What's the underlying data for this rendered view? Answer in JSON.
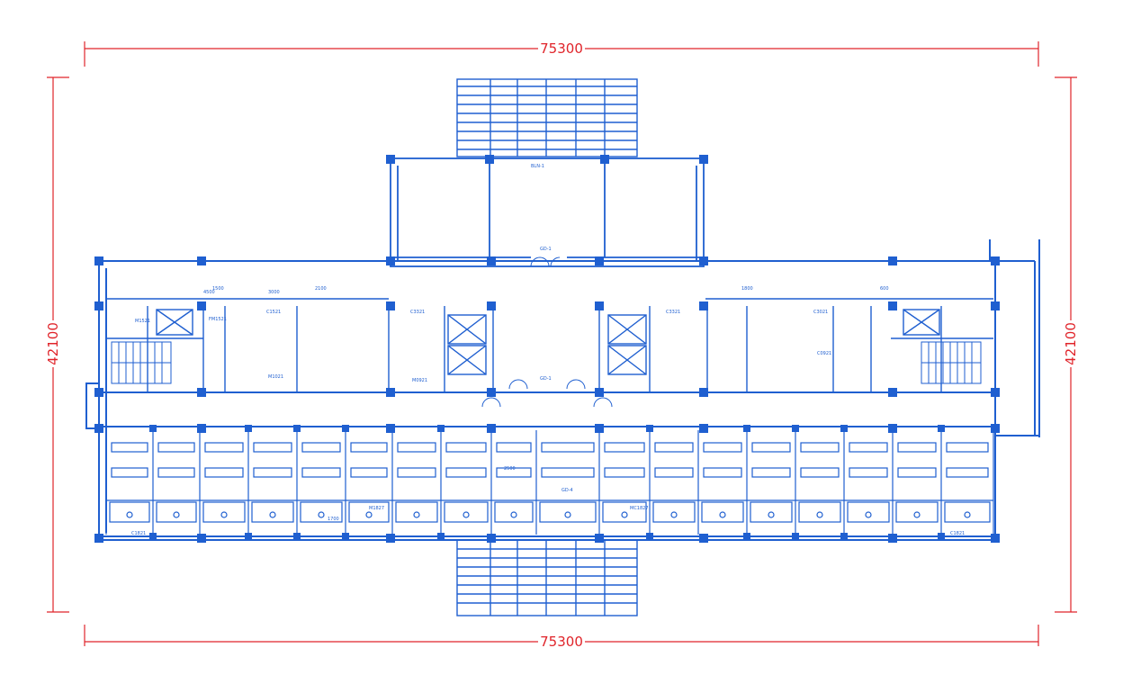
{
  "dimensions": {
    "top": "75300",
    "bottom": "75300",
    "left": "42100",
    "right": "42100"
  },
  "colors": {
    "dimension": "#e0242a",
    "plan": "#1f5fd0",
    "column": "#1f5fd0",
    "background": "#ffffff"
  },
  "labels": {
    "canopy_top": "BLN-1",
    "gd1_top": "GD-1",
    "gd1_mid": "GD-1",
    "gd4": "GD-4",
    "door_m1521": "M1521",
    "door_m0921": "M0921",
    "door_m1021": "M1021",
    "door_m1827": "M1827",
    "door_mc1827": "MC1827",
    "door_fm1521": "FM1521",
    "win_c1521": "C1521",
    "win_c3321": "C3321",
    "win_c3021": "C3021",
    "win_c1821": "C1821",
    "win_c1821b": "C1821",
    "win_c0921": "C0921",
    "dim_4500": "4500",
    "dim_3000": "3000",
    "dim_2100": "2100",
    "dim_1500": "1500",
    "dim_1800": "1800",
    "dim_1700": "1700",
    "dim_2500": "2500",
    "dim_600": "600"
  }
}
